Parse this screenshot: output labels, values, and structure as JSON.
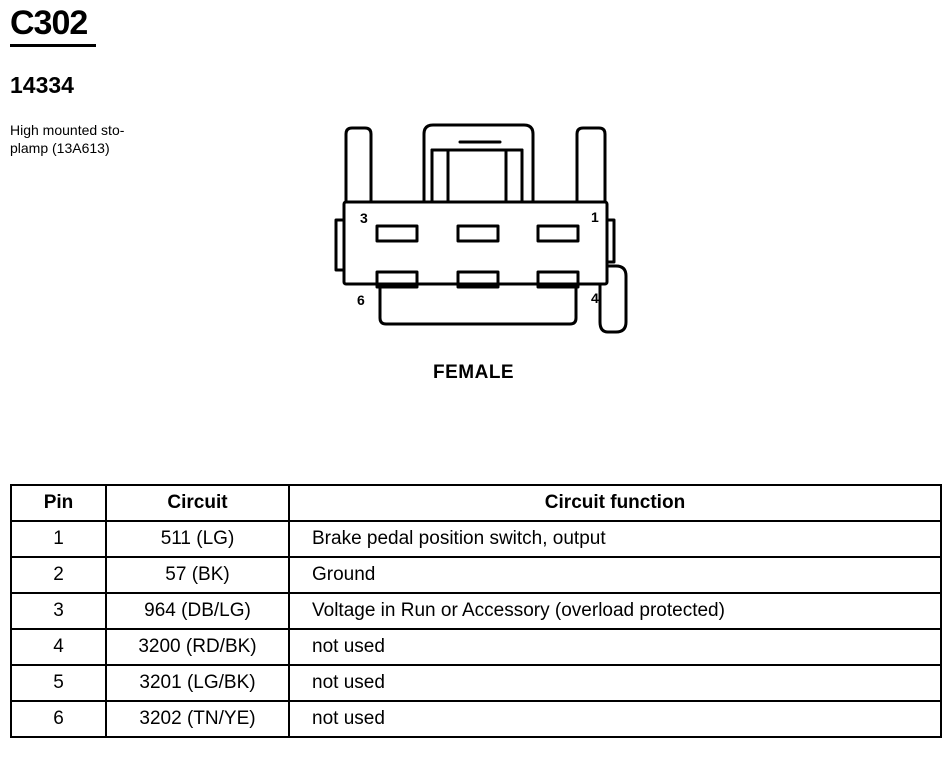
{
  "header": {
    "connector_id": "C302",
    "part_number": "14334",
    "description": "High mounted sto-\nplamp (13A613)"
  },
  "connector": {
    "gender_label": "FEMALE",
    "pin_labels": {
      "top_left": "3",
      "top_right": "1",
      "bottom_left": "6",
      "bottom_right": "4"
    }
  },
  "pin_table": {
    "headers": {
      "pin": "Pin",
      "circuit": "Circuit",
      "function": "Circuit function"
    },
    "rows": [
      {
        "pin": "1",
        "circuit": "511 (LG)",
        "function": "Brake pedal position switch, output"
      },
      {
        "pin": "2",
        "circuit": "57 (BK)",
        "function": "Ground"
      },
      {
        "pin": "3",
        "circuit": "964 (DB/LG)",
        "function": "Voltage in Run or Accessory (overload protected)"
      },
      {
        "pin": "4",
        "circuit": "3200 (RD/BK)",
        "function": "not used"
      },
      {
        "pin": "5",
        "circuit": "3201 (LG/BK)",
        "function": "not used"
      },
      {
        "pin": "6",
        "circuit": "3202 (TN/YE)",
        "function": "not used"
      }
    ]
  }
}
